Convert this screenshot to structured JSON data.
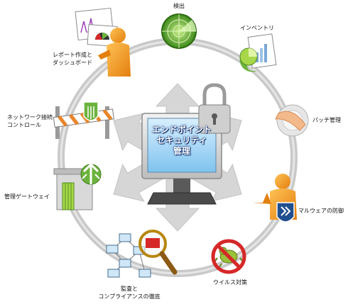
{
  "center": {
    "title_lines": [
      "エンドポイント",
      "セキュリティ",
      "管理"
    ]
  },
  "components": [
    {
      "id": "detection",
      "lines": [
        "検出"
      ],
      "icon": "radar-icon"
    },
    {
      "id": "inventory",
      "lines": [
        "インベントリ"
      ],
      "icon": "inventory-chart-icon"
    },
    {
      "id": "patch",
      "lines": [
        "パッチ管理"
      ],
      "icon": "patch-cd-icon"
    },
    {
      "id": "malware",
      "lines": [
        "マルウェアの防御"
      ],
      "icon": "shield-person-icon"
    },
    {
      "id": "virus",
      "lines": [
        "ウイルス対策"
      ],
      "icon": "no-bug-icon"
    },
    {
      "id": "audit",
      "lines": [
        "監査と",
        "コンプライアンスの徹底"
      ],
      "icon": "magnifier-network-icon"
    },
    {
      "id": "gateway",
      "lines": [
        "管理ゲートウェイ"
      ],
      "icon": "gateway-building-icon"
    },
    {
      "id": "nac",
      "lines": [
        "ネットワーク接続",
        "コントロール"
      ],
      "icon": "barrier-icon"
    },
    {
      "id": "report",
      "lines": [
        "レポート作成と",
        "ダッシュボード"
      ],
      "icon": "report-dashboard-icon"
    }
  ],
  "colors": {
    "ring": "#c9c9c9",
    "arrows": "#d4d4d4",
    "screen": "#9fd3f2",
    "person": "#f39a1c",
    "green": "#6cb33e"
  }
}
